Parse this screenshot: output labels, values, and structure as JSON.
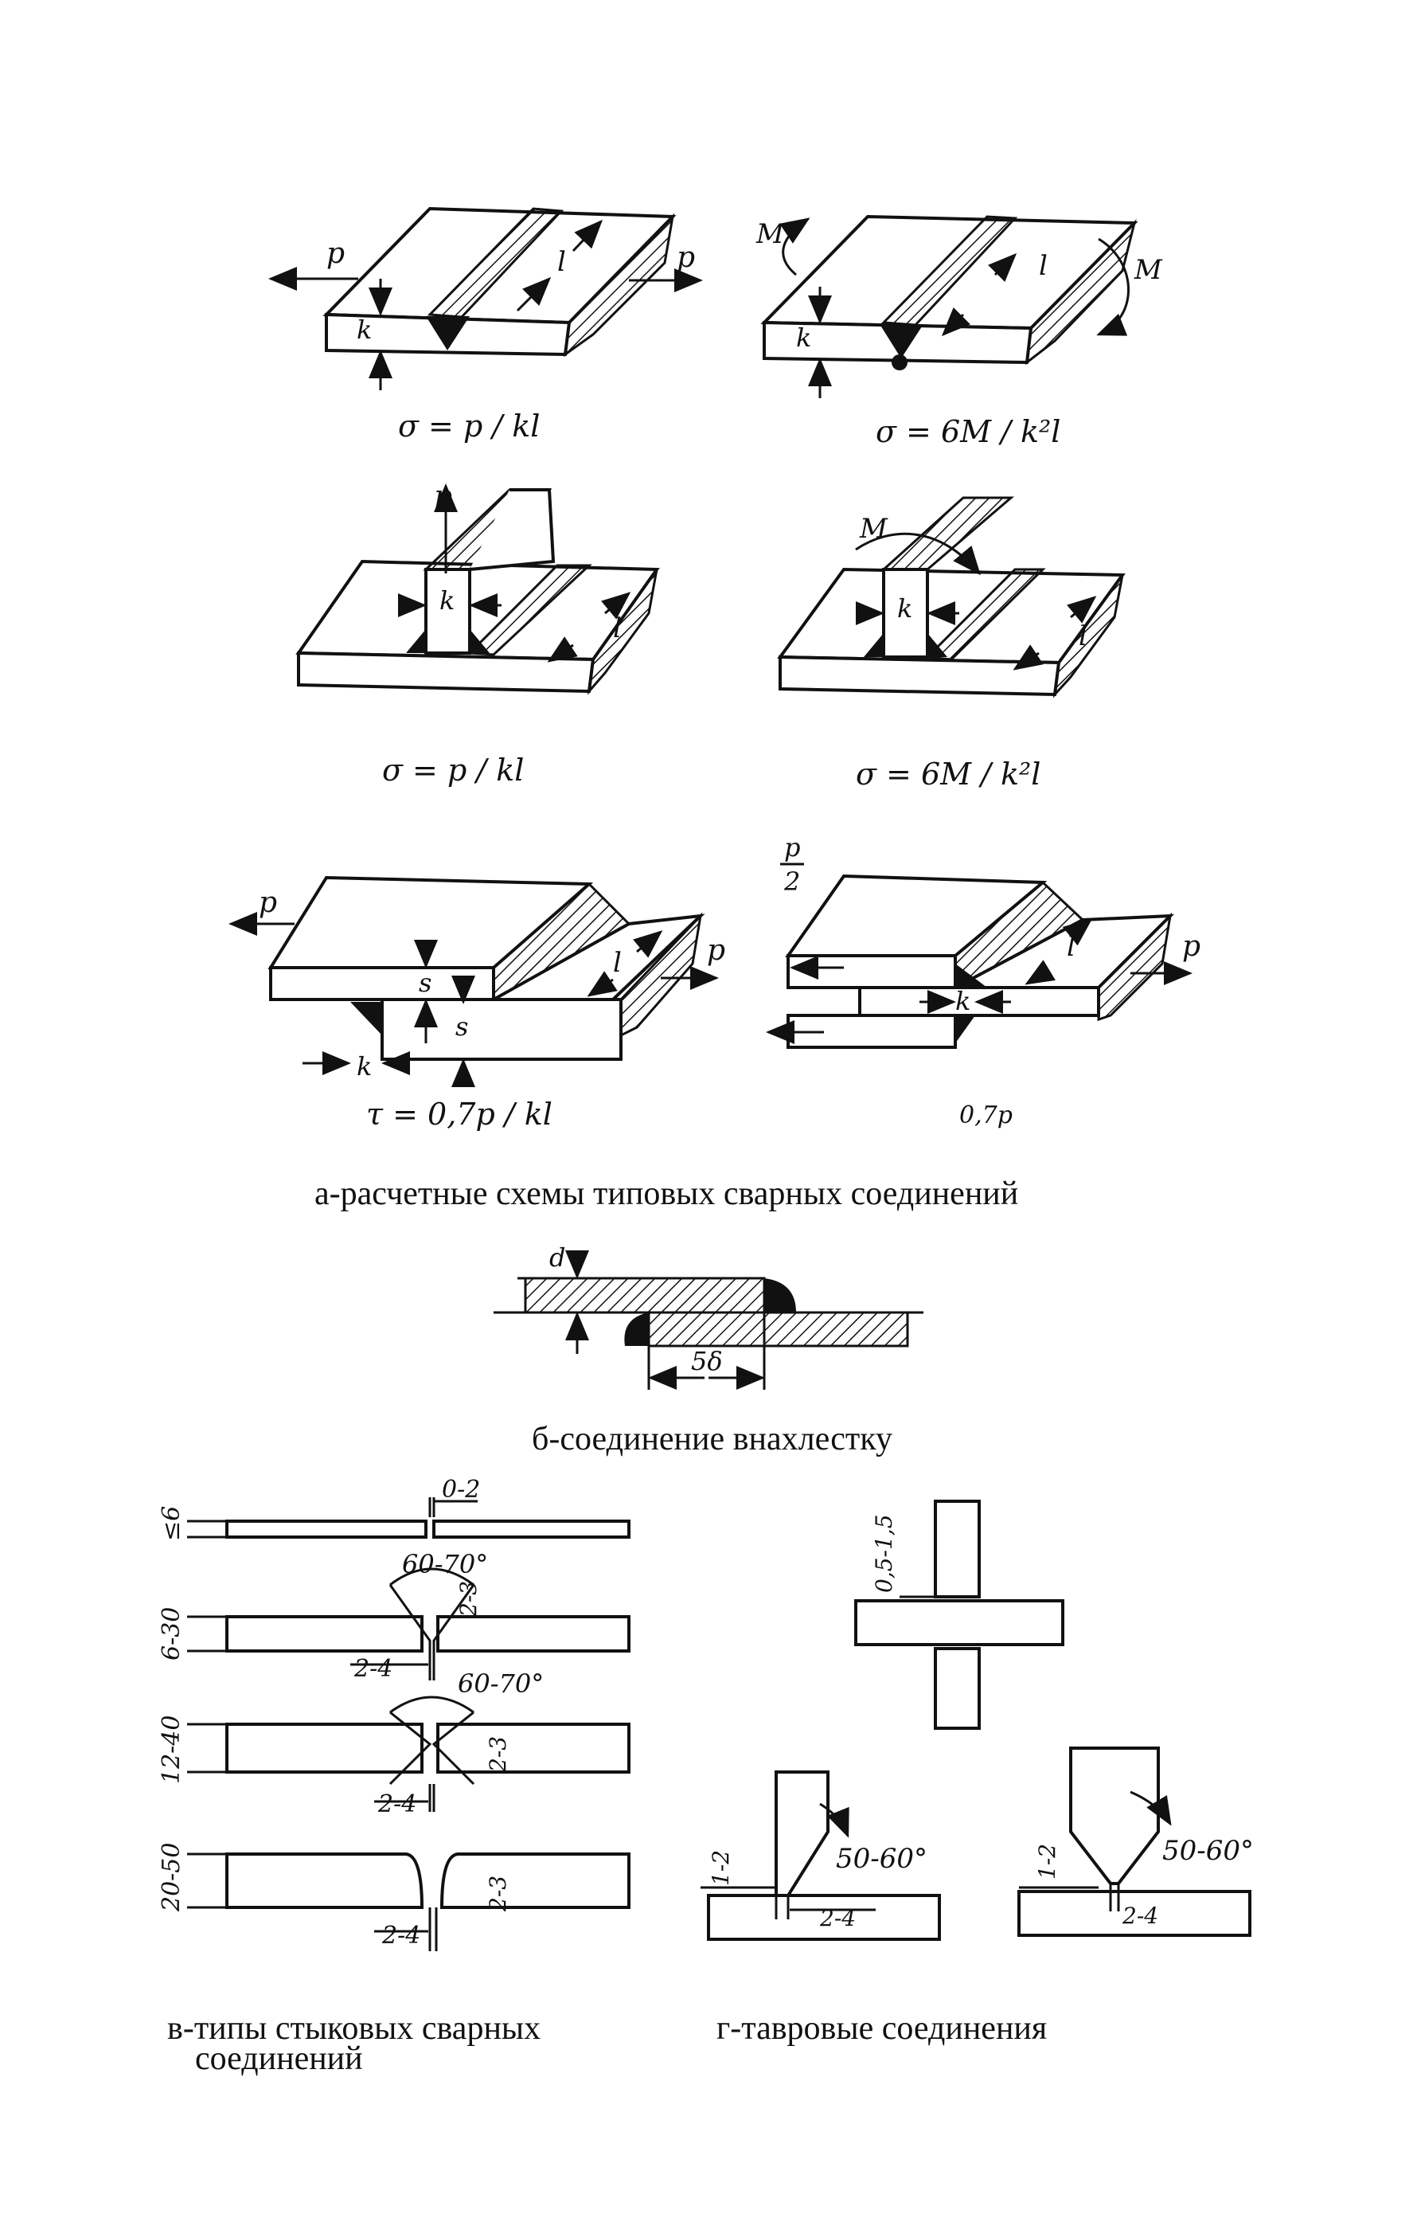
{
  "diagram": {
    "caption_a": "а-расчетные схемы  типовых  сварных соединений",
    "caption_b": "б-соединение внахлестку",
    "caption_v_line1": "в-типы стыковых сварных",
    "caption_v_line2": "соединений",
    "caption_g": "г-тавровые соединения",
    "formulas": {
      "f1": "σ = p / kl",
      "f2": "σ = 6M / k²l",
      "f3": "σ = p / kl",
      "f4": "σ = 6M / k²l",
      "f5": "τ = 0,7p / kl",
      "f6": "0,7p"
    },
    "labels": {
      "p": "p",
      "k": "k",
      "l": "l",
      "M": "M",
      "s": "s",
      "d": "d",
      "half_p_num": "p",
      "half_p_den": "2",
      "five_delta": "5δ"
    },
    "butt_dims": {
      "t1": "≤6",
      "t2": "6-30",
      "t3": "12-40",
      "t4": "20-50",
      "gap1": "0-2",
      "angle1": "60-70°",
      "angle2": "60-70°",
      "root": "2-3",
      "gap": "2-4"
    },
    "tee_dims": {
      "gap": "0,5-1,5",
      "root": "1-2",
      "angle": "50-60°",
      "gap2": "2-4"
    }
  }
}
